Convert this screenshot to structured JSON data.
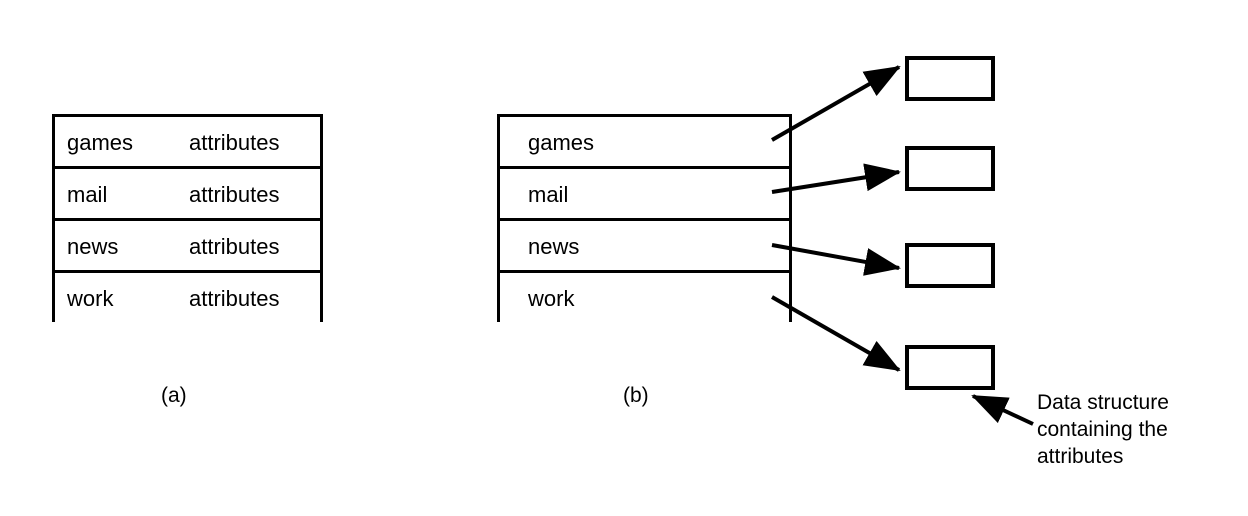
{
  "figure": {
    "background_color": "#ffffff",
    "line_color": "#000000",
    "panels": [
      {
        "id": "a",
        "label": "(a)"
      },
      {
        "id": "b",
        "label": "(b)"
      }
    ],
    "annotation": {
      "line1": "Data structure",
      "line2": "containing the",
      "line3": "attributes",
      "full_text": "Data structure containing the attributes"
    }
  },
  "table_a": {
    "rows": [
      {
        "name": "games",
        "attributes": "attributes"
      },
      {
        "name": "mail",
        "attributes": "attributes"
      },
      {
        "name": "news",
        "attributes": "attributes"
      },
      {
        "name": "work",
        "attributes": "attributes"
      }
    ]
  },
  "table_b": {
    "rows": [
      {
        "name": "games",
        "attributes": ""
      },
      {
        "name": "mail",
        "attributes": ""
      },
      {
        "name": "news",
        "attributes": ""
      },
      {
        "name": "work",
        "attributes": ""
      }
    ]
  },
  "attribute_boxes": [
    {
      "id": "attr-box-1",
      "label": ""
    },
    {
      "id": "attr-box-2",
      "label": ""
    },
    {
      "id": "attr-box-3",
      "label": ""
    },
    {
      "id": "attr-box-4",
      "label": ""
    }
  ]
}
